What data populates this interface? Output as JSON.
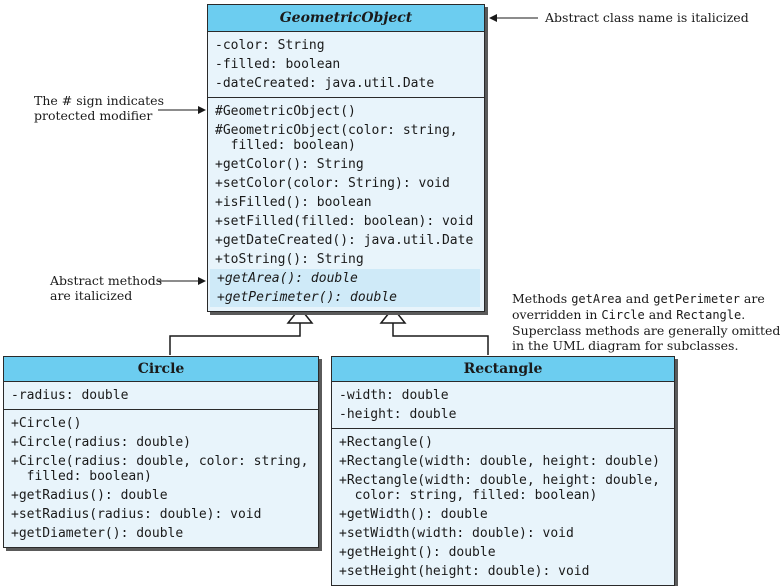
{
  "geometric_object": {
    "name": "GeometricObject",
    "fields": [
      "-color: String",
      "-filled: boolean",
      "-dateCreated: java.util.Date"
    ],
    "methods": [
      "#GeometricObject()",
      "#GeometricObject(color: string,\n  filled: boolean)",
      "+getColor(): String",
      "+setColor(color: String): void",
      "+isFilled(): boolean",
      "+setFilled(filled: boolean): void",
      "+getDateCreated(): java.util.Date",
      "+toString(): String"
    ],
    "abstract_methods": [
      "+getArea(): double",
      "+getPerimeter(): double"
    ]
  },
  "circle": {
    "name": "Circle",
    "fields": [
      "-radius: double"
    ],
    "methods": [
      "+Circle()",
      "+Circle(radius: double)",
      "+Circle(radius: double, color: string,\n  filled: boolean)",
      "+getRadius(): double",
      "+setRadius(radius: double): void",
      "+getDiameter(): double"
    ]
  },
  "rectangle": {
    "name": "Rectangle",
    "fields": [
      "-width: double",
      "-height: double"
    ],
    "methods": [
      "+Rectangle()",
      "+Rectangle(width: double, height: double)",
      "+Rectangle(width: double, height: double,\n  color: string, filled: boolean)",
      "+getWidth(): double",
      "+setWidth(width: double): void",
      "+getHeight(): double",
      "+setHeight(height: double): void"
    ]
  },
  "notes": {
    "abstract_class": "Abstract class name is italicized",
    "protected_1": "The # sign indicates",
    "protected_2": "protected modifier",
    "abstract_methods_1": "Abstract methods",
    "abstract_methods_2": "are italicized",
    "override_l1_a": "Methods ",
    "override_l1_b": "getArea",
    "override_l1_c": " and ",
    "override_l1_d": "getPerimeter",
    "override_l1_e": " are",
    "override_l2_a": "overridden in ",
    "override_l2_b": "Circle",
    "override_l2_c": " and ",
    "override_l2_d": "Rectangle",
    "override_l2_e": ".",
    "override_l3": "Superclass methods are generally omitted",
    "override_l4": "in the UML diagram for subclasses."
  }
}
